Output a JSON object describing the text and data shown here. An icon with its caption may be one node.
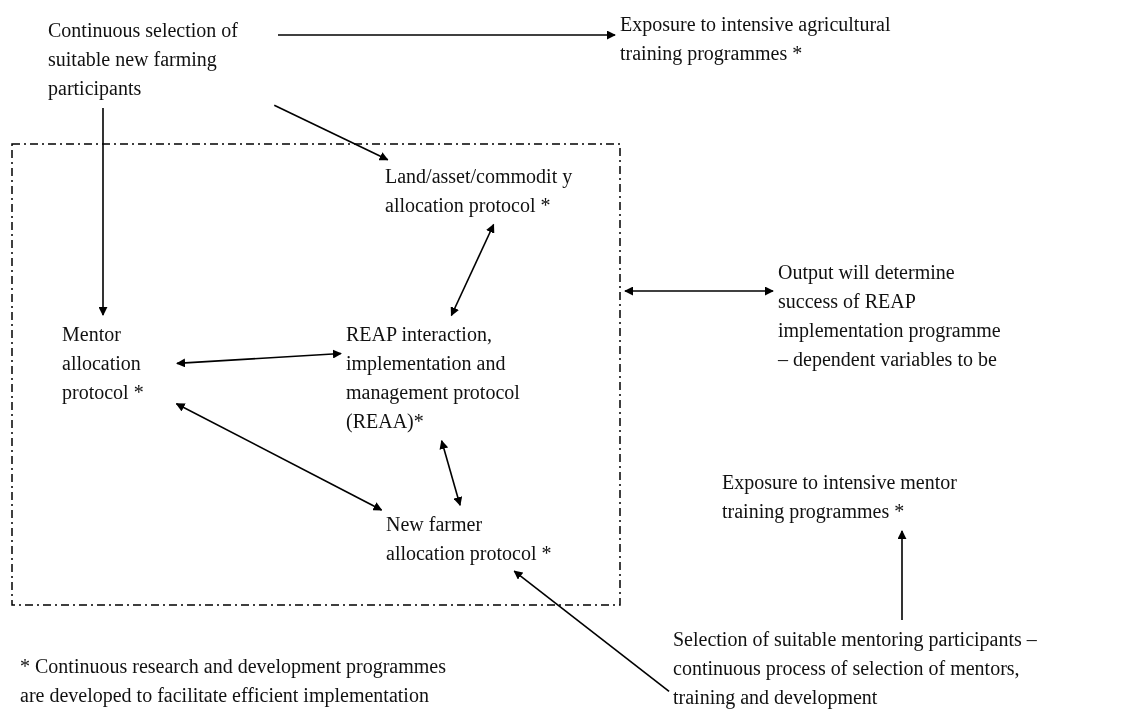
{
  "diagram": {
    "nodes": [
      {
        "text": [
          "Continuous selection of suitable new farming participants"
        ]
      },
      {
        "text": [
          "Exposure to intensive agricultural training programmes *"
        ]
      },
      {
        "text": [],
        "shape": "box"
      },
      {
        "text": [
          "Land/asset/commodit y allocation protocol *"
        ],
        "in": 2
      },
      {
        "text": [
          "Mentor allocation protocol *"
        ],
        "in": 2
      },
      {
        "text": [
          "REAP interaction, implementation and management protocol (REAA)*"
        ],
        "in": 2
      },
      {
        "text": [
          "New farmer allocation protocol *"
        ],
        "in": 2
      },
      {
        "text": [
          "Output will determine success of REAP implementation programme – dependent variables to be"
        ]
      },
      {
        "text": [
          "Exposure to intensive mentor training programmes *"
        ]
      },
      {
        "text": [
          "Selection of suitable mentoring participants – continuous process of selection of mentors, training and development"
        ]
      }
    ],
    "edges": [
      {
        "from": 0,
        "to": 1,
        "arrow": "to"
      },
      {
        "from": 0,
        "to": 3,
        "arrow": "to"
      },
      {
        "from": 0,
        "to": 4,
        "arrow": "to"
      },
      {
        "from": 3,
        "to": 5,
        "arrow": "both"
      },
      {
        "from": 4,
        "to": 5,
        "arrow": "both"
      },
      {
        "from": 4,
        "to": 6,
        "arrow": "both"
      },
      {
        "from": 5,
        "to": 6,
        "arrow": "both"
      },
      {
        "from": 2,
        "to": 7,
        "arrow": "both"
      },
      {
        "from": 9,
        "to": 6,
        "arrow": "to"
      },
      {
        "from": 9,
        "to": 8,
        "arrow": "to"
      }
    ],
    "labels": [
      "* Continuous research and development programmes are developed to facilitate efficient implementation"
    ]
  }
}
